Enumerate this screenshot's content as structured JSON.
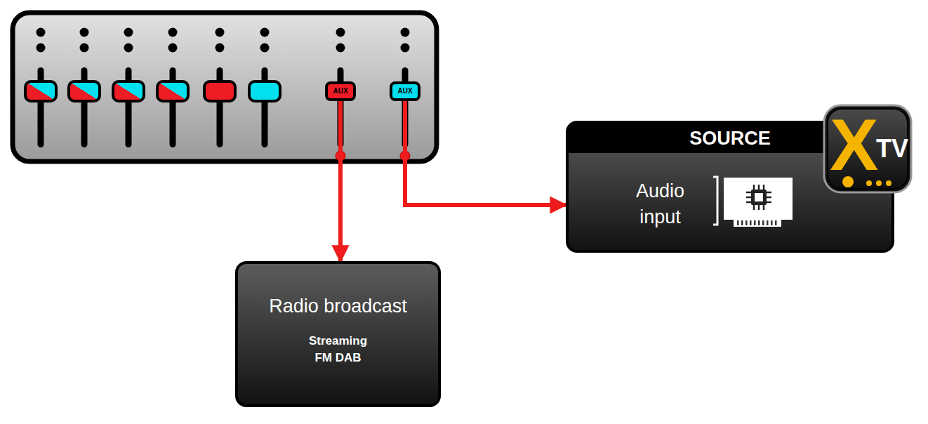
{
  "diagram": {
    "nodes": [
      {
        "text": [
          "AUX"
        ]
      },
      {
        "text": [
          "AUX"
        ]
      },
      {
        "text": [
          "Radio broadcast",
          "Streaming FM DAB"
        ]
      },
      {
        "text": [
          "SOURCE",
          "Audio input"
        ]
      }
    ],
    "edges": [
      {
        "from": 0,
        "to": 2,
        "arrow": "to"
      },
      {
        "from": 1,
        "to": 3,
        "arrow": "to"
      }
    ],
    "labels": [
      "X",
      "TV"
    ]
  }
}
